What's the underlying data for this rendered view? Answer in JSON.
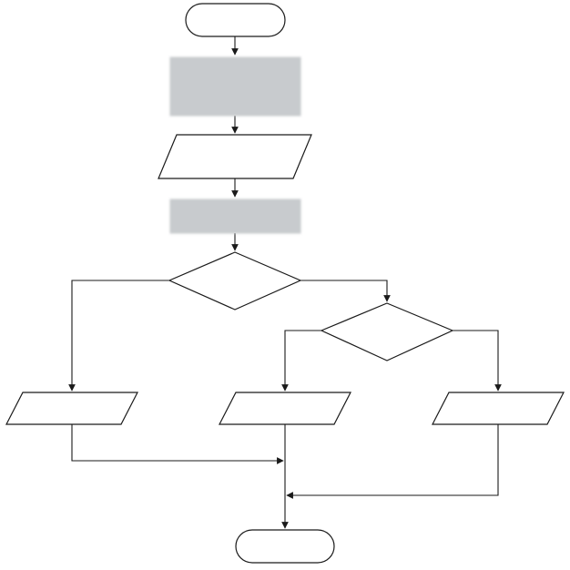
{
  "diagram": {
    "type": "flowchart",
    "nodes": [
      {
        "id": "start",
        "kind": "terminator",
        "label": ""
      },
      {
        "id": "process-1",
        "kind": "process",
        "label": "",
        "obscured": true
      },
      {
        "id": "input-1",
        "kind": "data",
        "label": ""
      },
      {
        "id": "process-2",
        "kind": "process",
        "label": "",
        "obscured": true
      },
      {
        "id": "decision-1",
        "kind": "decision",
        "label": ""
      },
      {
        "id": "decision-2",
        "kind": "decision",
        "label": ""
      },
      {
        "id": "output-left",
        "kind": "data",
        "label": ""
      },
      {
        "id": "output-middle",
        "kind": "data",
        "label": ""
      },
      {
        "id": "output-right",
        "kind": "data",
        "label": ""
      },
      {
        "id": "end",
        "kind": "terminator",
        "label": ""
      }
    ],
    "edges": [
      {
        "from": "start",
        "to": "process-1"
      },
      {
        "from": "process-1",
        "to": "input-1"
      },
      {
        "from": "input-1",
        "to": "process-2"
      },
      {
        "from": "process-2",
        "to": "decision-1"
      },
      {
        "from": "decision-1",
        "to": "output-left"
      },
      {
        "from": "decision-1",
        "to": "decision-2"
      },
      {
        "from": "decision-2",
        "to": "output-middle"
      },
      {
        "from": "decision-2",
        "to": "output-right"
      },
      {
        "from": "output-left",
        "to": "end"
      },
      {
        "from": "output-middle",
        "to": "end"
      },
      {
        "from": "output-right",
        "to": "end"
      }
    ],
    "colors": {
      "stroke": "#1a1a1a",
      "background": "#ffffff",
      "obscured_fill": "#c8cbce"
    }
  }
}
